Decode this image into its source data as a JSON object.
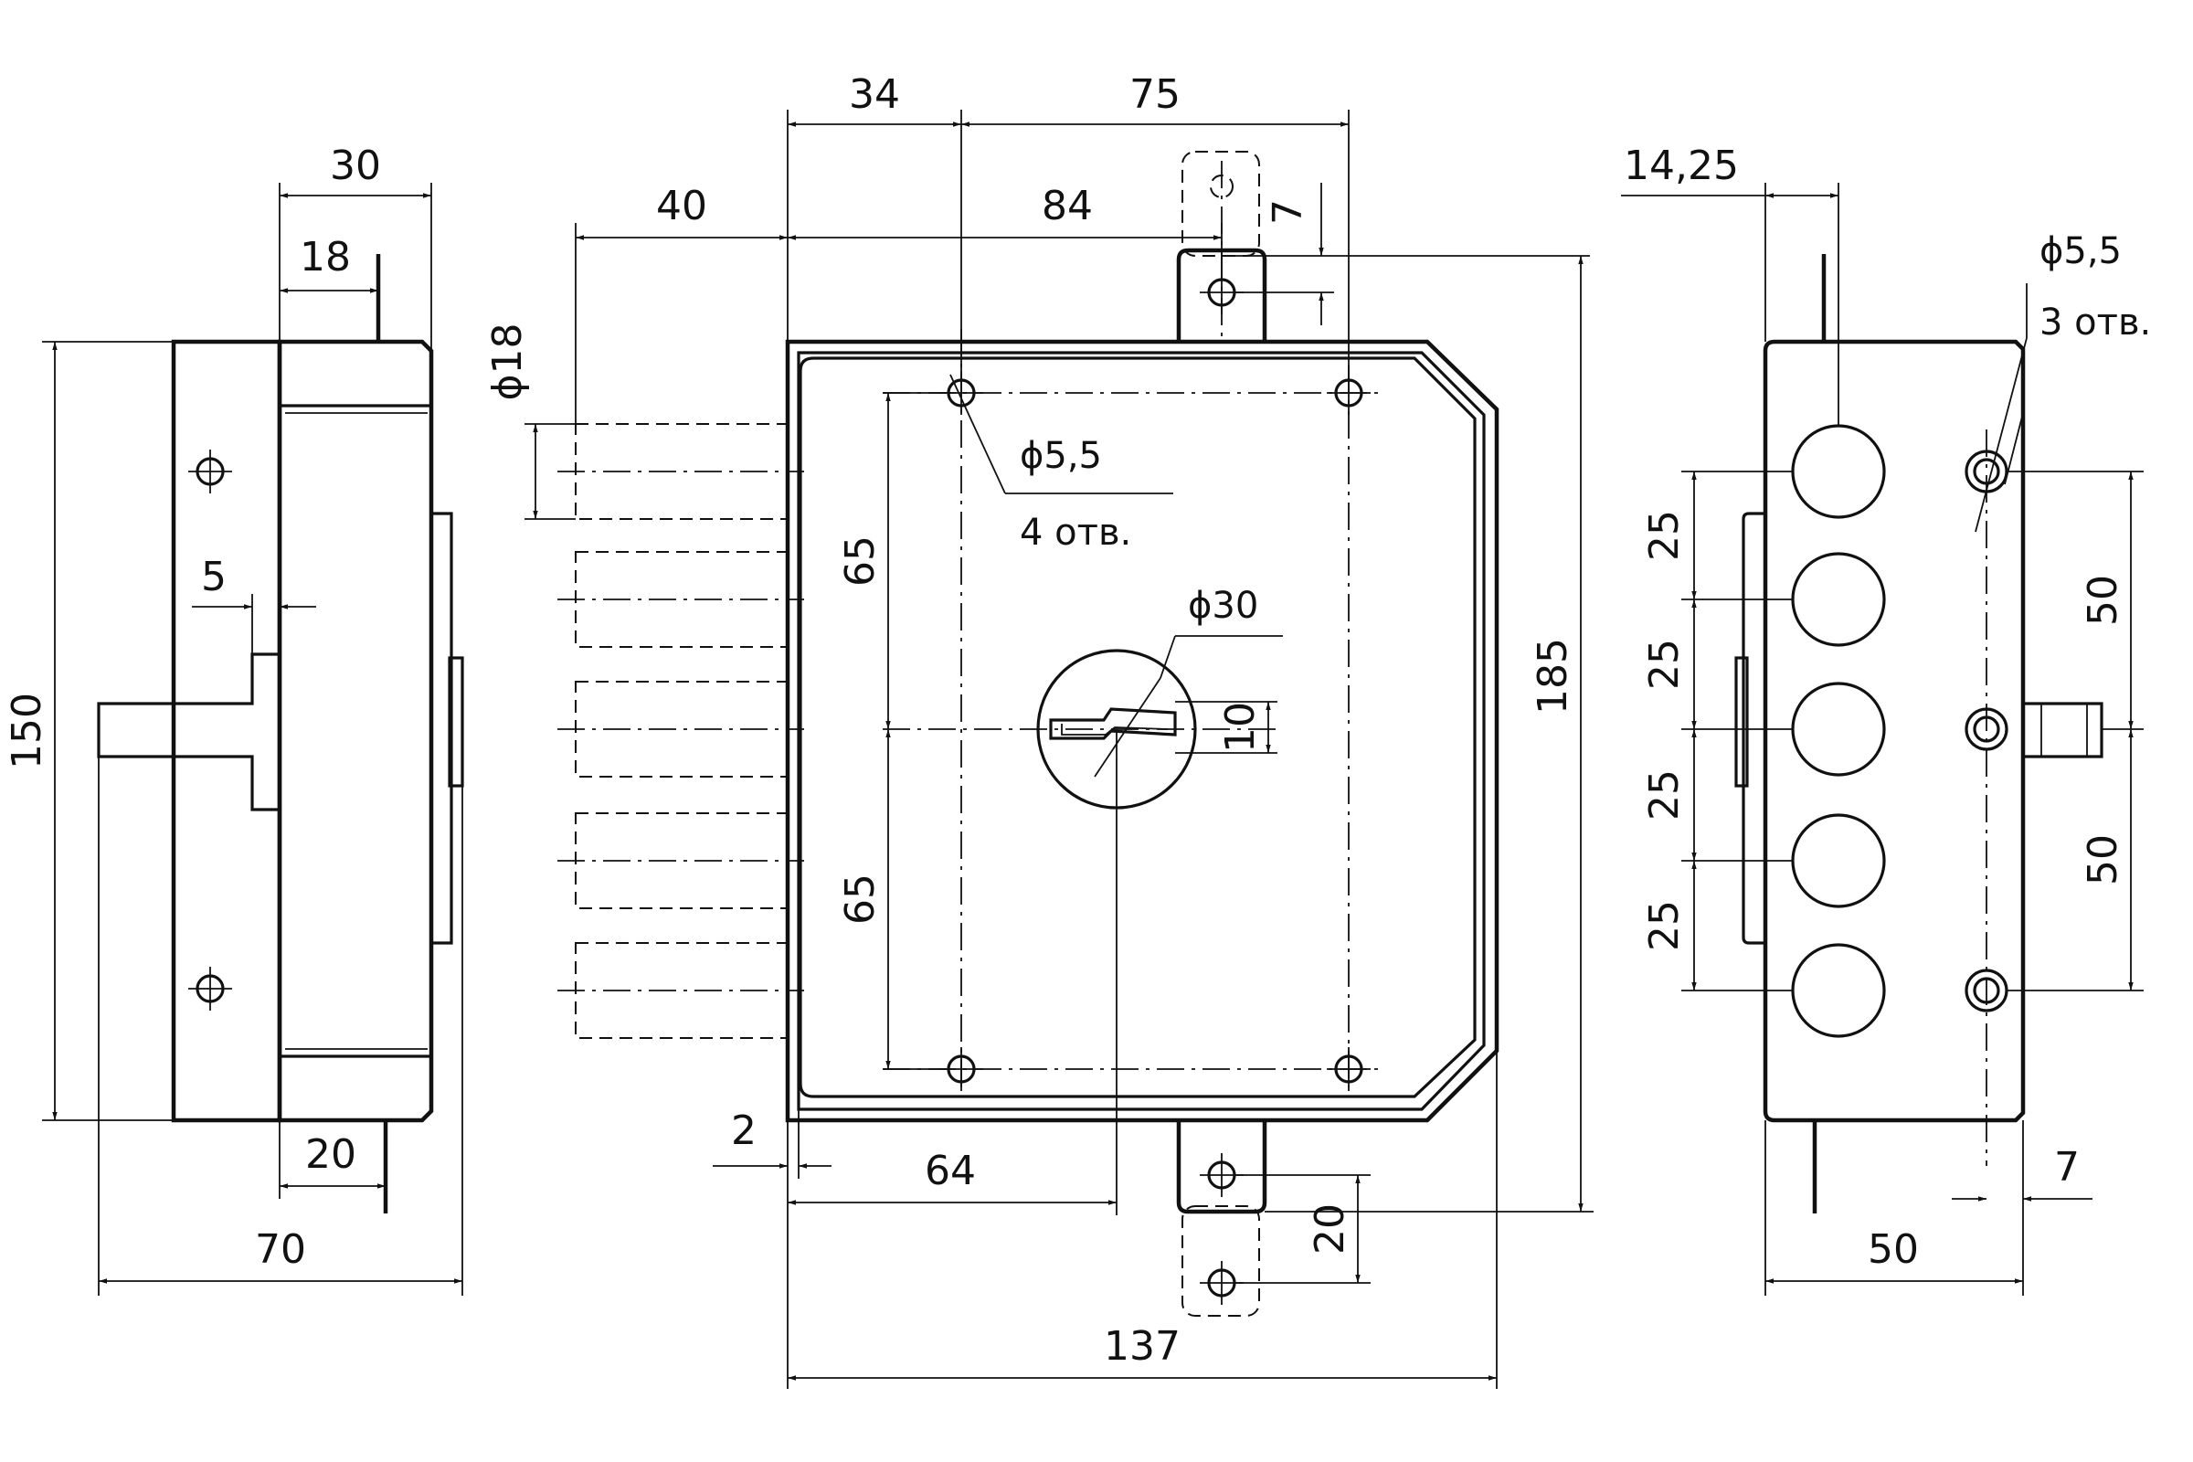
{
  "left_view": {
    "dims": {
      "w30": "30",
      "w18": "18",
      "w5": "5",
      "h150": "150",
      "w20": "20",
      "w70": "70"
    }
  },
  "front_view": {
    "dims": {
      "d34": "34",
      "d75": "75",
      "d40": "40",
      "d84": "84",
      "d7": "7",
      "d18": "ϕ18",
      "d65a": "65",
      "d65b": "65",
      "d10": "10",
      "d185": "185",
      "d2": "2",
      "d64": "64",
      "d20": "20",
      "d137": "137"
    },
    "notes": {
      "hole_dia": "ϕ5,5",
      "hole_count": "4 отв.",
      "key_dia": "ϕ30"
    }
  },
  "right_view": {
    "dims": {
      "d1425": "14,25",
      "d25a": "25",
      "d25b": "25",
      "d25c": "25",
      "d25d": "25",
      "d50a": "50",
      "d50b": "50",
      "d7": "7",
      "d50w": "50"
    },
    "notes": {
      "hole_dia": "ϕ5,5",
      "hole_count": "3 отв."
    }
  }
}
